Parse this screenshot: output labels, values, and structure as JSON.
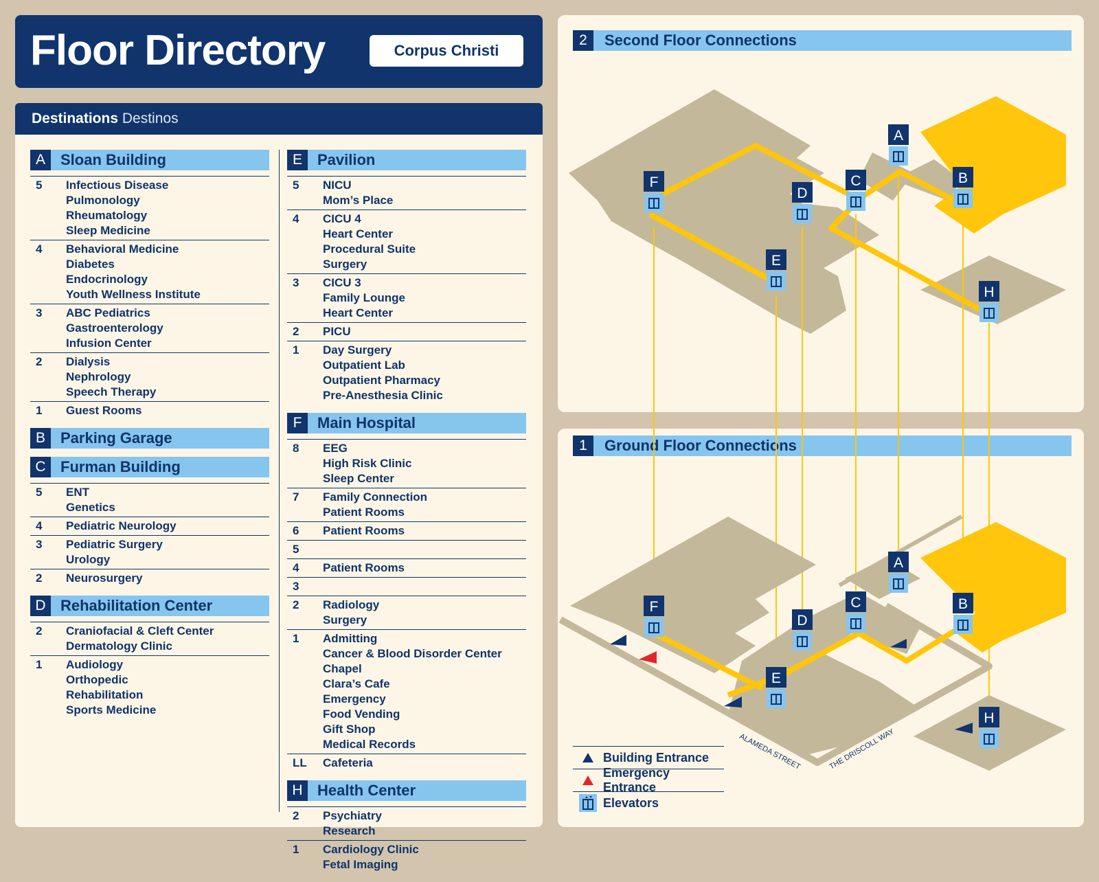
{
  "header": {
    "title": "Floor Directory",
    "location": "Corpus Christi"
  },
  "destinations": {
    "label": "Destinations",
    "label_es": "Destinos"
  },
  "columns": [
    [
      {
        "letter": "A",
        "name": "Sloan Building",
        "floors": [
          {
            "floor": "5",
            "departments": [
              "Infectious Disease",
              "Pulmonology",
              "Rheumatology",
              "Sleep Medicine"
            ]
          },
          {
            "floor": "4",
            "departments": [
              "Behavioral Medicine",
              "Diabetes",
              "Endocrinology",
              "Youth Wellness Institute"
            ]
          },
          {
            "floor": "3",
            "departments": [
              "ABC Pediatrics",
              "Gastroenterology",
              "Infusion Center"
            ]
          },
          {
            "floor": "2",
            "departments": [
              "Dialysis",
              "Nephrology",
              "Speech Therapy"
            ]
          },
          {
            "floor": "1",
            "departments": [
              "Guest Rooms"
            ]
          }
        ]
      },
      {
        "letter": "B",
        "name": "Parking Garage",
        "floors": []
      },
      {
        "letter": "C",
        "name": "Furman Building",
        "floors": [
          {
            "floor": "5",
            "departments": [
              "ENT",
              "Genetics"
            ]
          },
          {
            "floor": "4",
            "departments": [
              "Pediatric Neurology"
            ]
          },
          {
            "floor": "3",
            "departments": [
              "Pediatric Surgery",
              "Urology"
            ]
          },
          {
            "floor": "2",
            "departments": [
              "Neurosurgery"
            ]
          }
        ]
      },
      {
        "letter": "D",
        "name": "Rehabilitation Center",
        "floors": [
          {
            "floor": "2",
            "departments": [
              "Craniofacial & Cleft Center",
              "Dermatology Clinic"
            ]
          },
          {
            "floor": "1",
            "departments": [
              "Audiology",
              "Orthopedic",
              "Rehabilitation",
              "Sports Medicine"
            ]
          }
        ]
      }
    ],
    [
      {
        "letter": "E",
        "name": "Pavilion",
        "floors": [
          {
            "floor": "5",
            "departments": [
              "NICU",
              "Mom’s Place"
            ]
          },
          {
            "floor": "4",
            "departments": [
              "CICU 4",
              "Heart Center",
              "Procedural Suite",
              "Surgery"
            ]
          },
          {
            "floor": "3",
            "departments": [
              "CICU 3",
              "Family Lounge",
              "Heart Center"
            ]
          },
          {
            "floor": "2",
            "departments": [
              "PICU"
            ]
          },
          {
            "floor": "1",
            "departments": [
              "Day Surgery",
              "Outpatient Lab",
              "Outpatient Pharmacy",
              "Pre-Anesthesia Clinic"
            ]
          }
        ]
      },
      {
        "letter": "F",
        "name": "Main Hospital",
        "floors": [
          {
            "floor": "8",
            "departments": [
              "EEG",
              "High Risk Clinic",
              "Sleep Center"
            ]
          },
          {
            "floor": "7",
            "departments": [
              "Family Connection",
              "Patient Rooms"
            ]
          },
          {
            "floor": "6",
            "departments": [
              "Patient Rooms"
            ]
          },
          {
            "floor": "5",
            "departments": [
              ""
            ]
          },
          {
            "floor": "4",
            "departments": [
              "Patient Rooms"
            ]
          },
          {
            "floor": "3",
            "departments": [
              ""
            ]
          },
          {
            "floor": "2",
            "departments": [
              "Radiology",
              "Surgery"
            ]
          },
          {
            "floor": "1",
            "departments": [
              "Admitting",
              "Cancer & Blood Disorder Center",
              "Chapel",
              "Clara’s Cafe",
              "Emergency",
              "Food Vending",
              "Gift Shop",
              "Medical Records"
            ]
          },
          {
            "floor": "LL",
            "departments": [
              "Cafeteria"
            ]
          }
        ]
      },
      {
        "letter": "H",
        "name": "Health Center",
        "floors": [
          {
            "floor": "2",
            "departments": [
              "Psychiatry",
              "Research"
            ]
          },
          {
            "floor": "1",
            "departments": [
              "Cardiology Clinic",
              "Fetal Imaging"
            ]
          }
        ]
      }
    ]
  ],
  "maps": {
    "second": {
      "number": "2",
      "title": "Second Floor Connections"
    },
    "ground": {
      "number": "1",
      "title": "Ground Floor Connections"
    },
    "markers": [
      "A",
      "B",
      "C",
      "D",
      "E",
      "F",
      "H"
    ],
    "streets": [
      "ALAMEDA STREET",
      "THE DRISCOLL WAY"
    ]
  },
  "legend": [
    {
      "icon": "building-entrance-icon",
      "label": "Building Entrance",
      "color": "#10346b"
    },
    {
      "icon": "emergency-entrance-icon",
      "label": "Emergency Entrance",
      "color": "#e0262b"
    },
    {
      "icon": "elevator-icon",
      "label": "Elevators",
      "color": "#86c5ee"
    }
  ],
  "colors": {
    "navy": "#10346b",
    "light_blue": "#86c5ee",
    "path_yellow": "#ffc60b",
    "building_tan": "#c4b89a",
    "panel_cream": "#fdf6e6"
  }
}
